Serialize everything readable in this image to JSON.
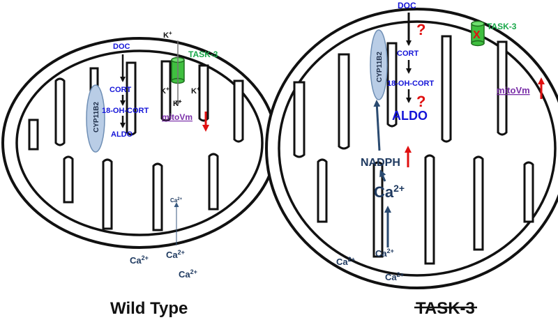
{
  "colors": {
    "pathway_text": "#1414d8",
    "calcium_text": "#1f3a60",
    "channel_label": "#1aa84a",
    "channel_body": "#3fbf3f",
    "mitovm_text": "#7a2fa8",
    "increase_decrease_arrow": "#e01010",
    "question_mark": "#e01010",
    "enzyme_fill": "#b9cde6",
    "membrane_stroke": "#111111"
  },
  "wild_type": {
    "title": "Wild Type",
    "doc": "DOC",
    "cort": "CORT",
    "hydroxy_cort": "18-OH-CORT",
    "aldo": "ALDO",
    "enzyme": "CYP11B2",
    "channel": "TASK-3",
    "k_ion": "K",
    "k_charge": "+",
    "mitovm": "mitoVm",
    "mitovm_change": "decrease",
    "ca_ion": "Ca",
    "ca_charge": "2+",
    "channel_open": true
  },
  "task3": {
    "title": "TASK-3",
    "title_strikethrough": true,
    "doc": "DOC",
    "cort": "CORT",
    "hydroxy_cort": "18-OH-CORT",
    "aldo": "ALDO",
    "enzyme": "CYP11B2",
    "channel": "TASK-3",
    "channel_blocked_mark": "X",
    "mitovm": "mitoVm",
    "mitovm_change": "increase",
    "nadph": "NADPH",
    "nadph_change": "increase",
    "question": "?",
    "ca_ion": "Ca",
    "ca_charge": "2+"
  }
}
